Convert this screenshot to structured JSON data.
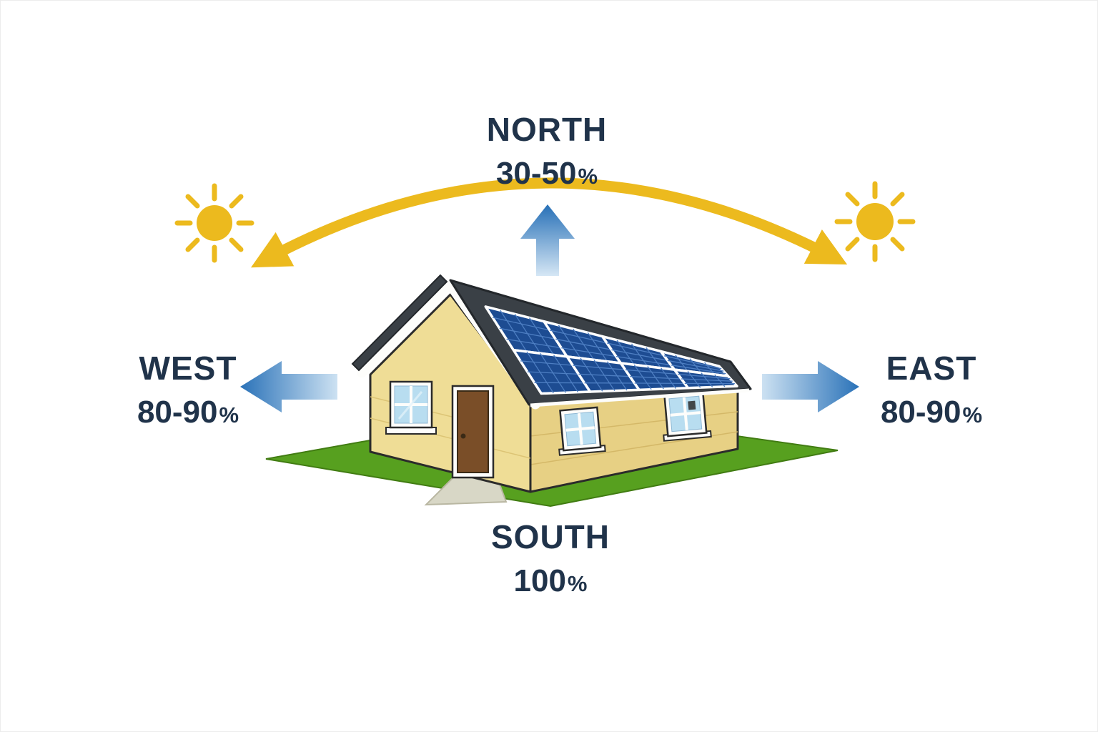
{
  "diagram": {
    "directions": [
      {
        "id": "north",
        "label": "NORTH",
        "value": "30-50",
        "unit": "%"
      },
      {
        "id": "west",
        "label": "WEST",
        "value": "80-90",
        "unit": "%"
      },
      {
        "id": "east",
        "label": "EAST",
        "value": "80-90",
        "unit": "%"
      },
      {
        "id": "south",
        "label": "SOUTH",
        "value": "100",
        "unit": "%"
      }
    ],
    "icons": {
      "sun_left": "sun-icon",
      "sun_right": "sun-icon",
      "arc": "sun-path-arc-arrow",
      "north_arrow": "up-arrow",
      "west_arrow": "left-arrow",
      "east_arrow": "right-arrow",
      "house": "house-with-solar-panels"
    },
    "colors": {
      "text": "#20334a",
      "arrow_blue": "#2a72b8",
      "sun_yellow": "#ecba1e",
      "grass_green": "#57a01f",
      "wall_tan": "#efdd96",
      "roof_gray": "#3a4046",
      "solar_panel_blue": "#1d4c92",
      "door_brown": "#7a4e28"
    }
  }
}
